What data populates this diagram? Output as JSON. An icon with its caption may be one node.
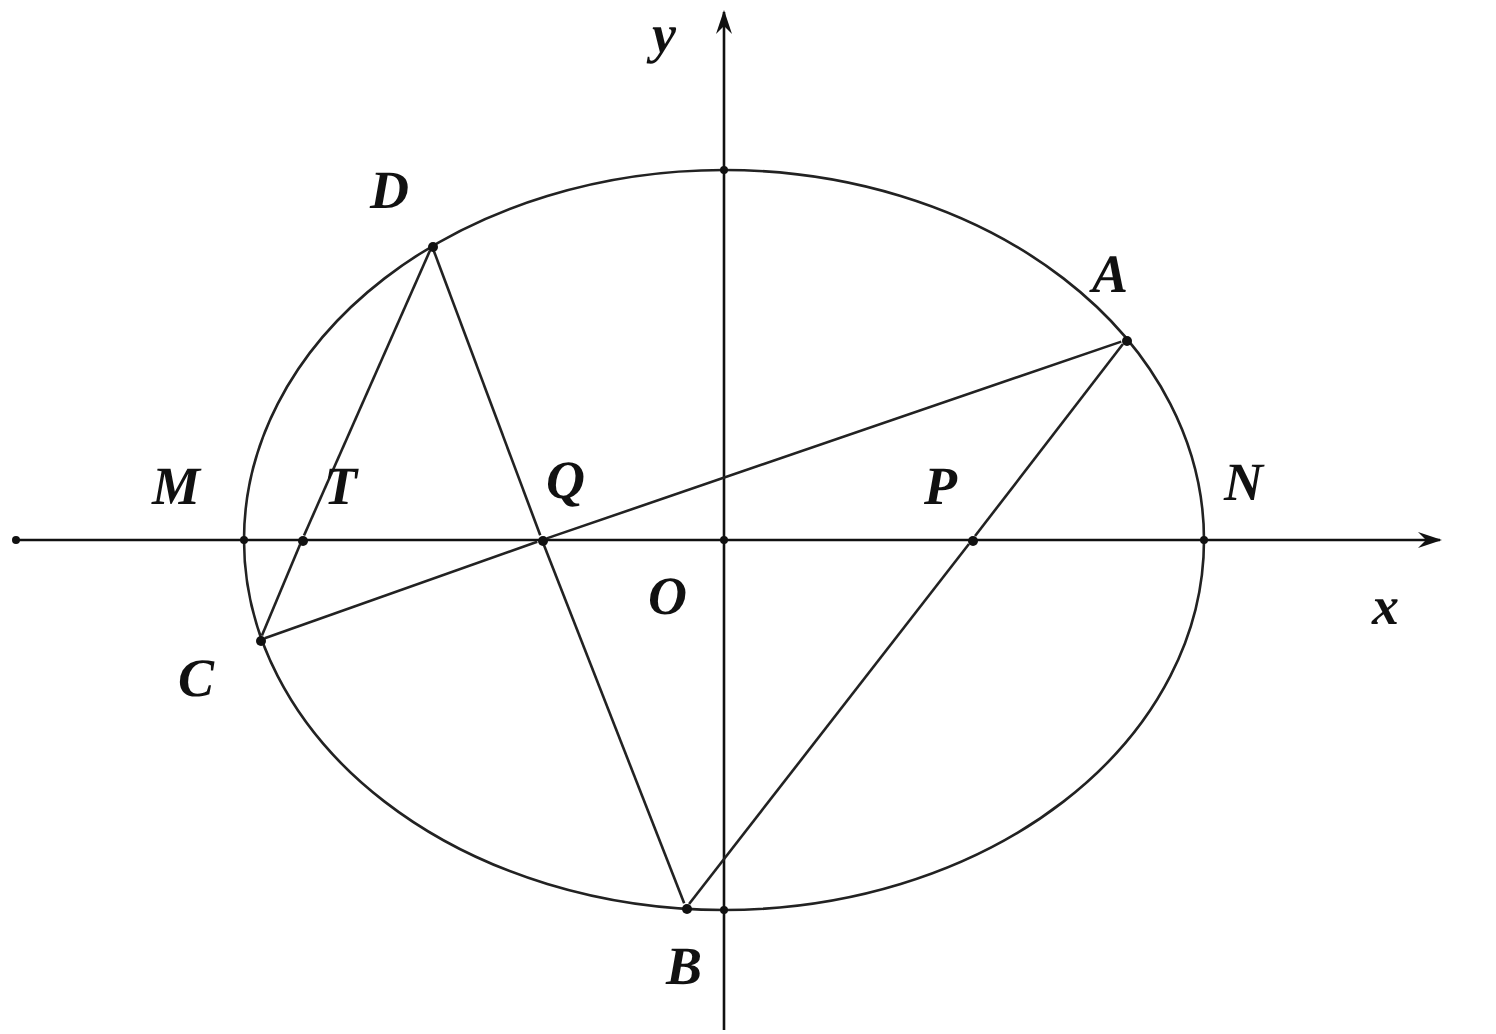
{
  "diagram": {
    "nodes": [
      {
        "text": [],
        "shape": "circle",
        "beside": [
          "D"
        ]
      },
      {
        "text": [],
        "shape": "circle",
        "beside": [
          "A"
        ]
      },
      {
        "text": [],
        "shape": "circle",
        "beside": [
          "T"
        ]
      },
      {
        "text": [],
        "shape": "circle",
        "beside": [
          "Q"
        ]
      },
      {
        "text": [],
        "shape": "circle",
        "beside": [
          "P"
        ]
      },
      {
        "text": [],
        "shape": "circle",
        "beside": [
          "C"
        ]
      },
      {
        "text": [],
        "shape": "circle",
        "beside": [
          "B"
        ]
      }
    ],
    "edges": [
      {
        "from": 1,
        "to": 3,
        "arrow": "none"
      },
      {
        "from": 3,
        "to": 5,
        "arrow": "none"
      },
      {
        "from": 1,
        "to": 4,
        "arrow": "none"
      },
      {
        "from": 4,
        "to": 6,
        "arrow": "none"
      },
      {
        "from": 0,
        "to": 3,
        "arrow": "none"
      },
      {
        "from": 3,
        "to": 6,
        "arrow": "none"
      },
      {
        "from": 0,
        "to": 2,
        "arrow": "none"
      },
      {
        "from": 2,
        "to": 5,
        "arrow": "none"
      }
    ],
    "labels": [
      "y",
      "M",
      "N",
      "O",
      "x"
    ]
  }
}
